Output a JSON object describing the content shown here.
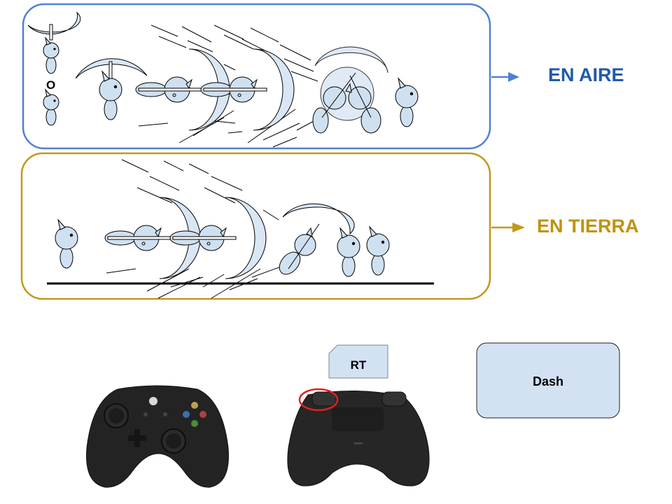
{
  "modes": {
    "air": {
      "label": "EN AIRE",
      "color": "#1f5aa8",
      "border": "#4f81d4"
    },
    "ground": {
      "label": "EN TIERRA",
      "color": "#c0920b",
      "border": "#c29818"
    }
  },
  "air_panel": {
    "or_text": "O"
  },
  "buttons": {
    "trigger_label": "RT",
    "action_label": "Dash",
    "highlight_color": "#e02020"
  },
  "palette": {
    "figure_fill": "#cfe0f1",
    "ink": "#000000",
    "button_fill": "#d3e2f3"
  },
  "icons": {
    "controller_front": "xbox-controller-front",
    "controller_back": "xbox-controller-back",
    "logo": "xbox-logo"
  }
}
